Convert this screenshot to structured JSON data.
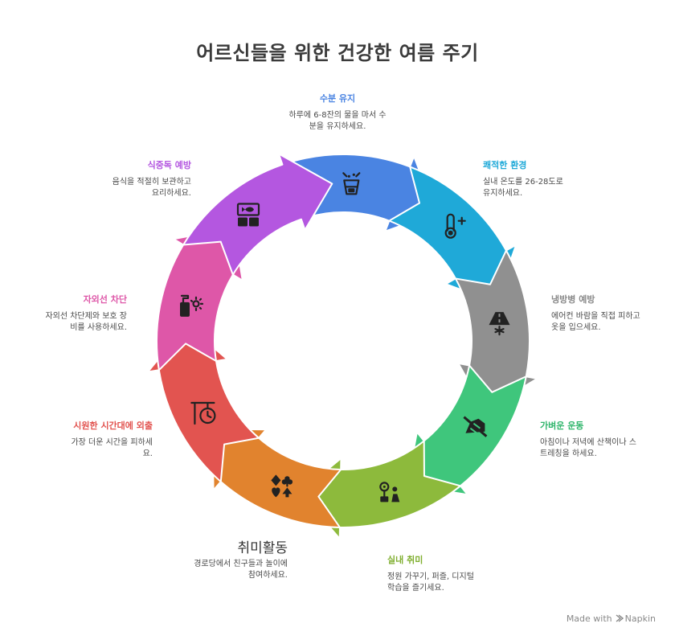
{
  "title": "어르신들을 위한 건강한 여름 주기",
  "colors": {
    "hydration": "#4A84E2",
    "comfort": "#1FA9D8",
    "cooling": "#909090",
    "exercise": "#3FC67C",
    "indoor": "#8DBA3C",
    "hobby": "#E1832E",
    "outing": "#E25450",
    "uv": "#DE57A8",
    "food": "#B457E0"
  },
  "items": {
    "hydration": {
      "heading": "수분 유지",
      "body": "하루에 6-8잔의 물을 마서 수분을 유지하세요.",
      "icon": "drink-cup-icon"
    },
    "comfort": {
      "heading": "쾌적한 환경",
      "body": "실내 온도를 26-28도로 유지하세요.",
      "icon": "thermometer-plus-icon"
    },
    "cooling": {
      "heading": "냉방병 예방",
      "body": "에어컨 바람을 직접 피하고 옷을 입으세요.",
      "icon": "road-snow-icon"
    },
    "exercise": {
      "heading": "가벼운 운동",
      "body": "아침이나 저녁에 산책이나 스트레칭을 하세요.",
      "icon": "no-shoe-icon"
    },
    "indoor": {
      "heading": "실내 취미",
      "body": "정원 가꾸기, 퍼즐, 디지털 학습을 즐기세요.",
      "icon": "flower-person-icon"
    },
    "hobby": {
      "heading": "취미활동",
      "body": "경로당에서 친구들과 놀이에 참여하세요.",
      "icon": "card-suits-icon"
    },
    "outing": {
      "heading": "시원한 시간대에 외출",
      "body": "가장 더운 시간을 피하세요.",
      "icon": "clock-sign-icon"
    },
    "uv": {
      "heading": "자외선 차단",
      "body": "자외선 차단제와 보호 장비를 사용하세요.",
      "icon": "sunscreen-sun-icon"
    },
    "food": {
      "heading": "식중독 예방",
      "body": "음식을 적절히 보관하고 요리하세요.",
      "icon": "fridge-fish-icon"
    }
  },
  "footer": {
    "made_with": "Made with",
    "brand": "Napkin"
  }
}
